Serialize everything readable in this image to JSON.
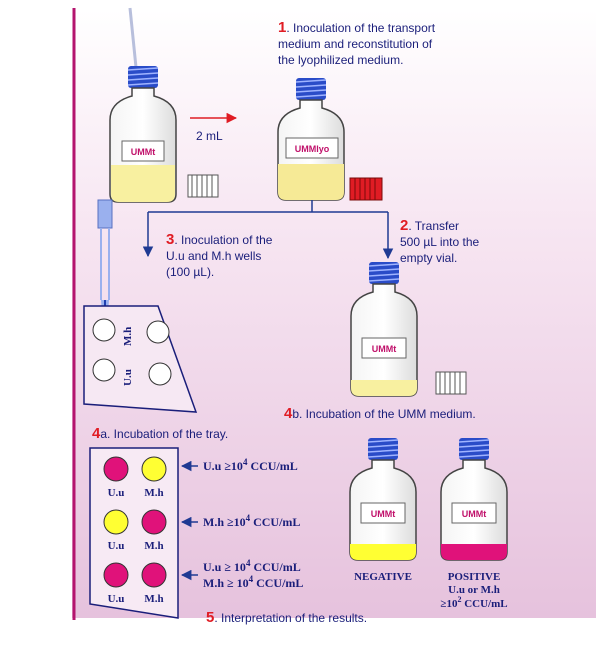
{
  "colors": {
    "background_top": "#ffffff",
    "background_bottom": "#e9c6e2",
    "border": "#b4146e",
    "step_number": "#e01c24",
    "text": "#1a1e7a",
    "arrow": "#1f3a93",
    "red_arrow": "#e01c24",
    "magenta": "#e0127a",
    "yellow": "#ffff33",
    "cap": "#2a4cc8",
    "medium_yellow": "#f8f0a0",
    "red_cap": "#e01c24"
  },
  "step1": {
    "number": "1",
    "text": ". Inoculation of the transport",
    "text2": "medium and reconstitution of",
    "text3": "the lyophilized medium."
  },
  "volume_label": "2 mL",
  "step2": {
    "number": "2",
    "text": ". Transfer",
    "text2": "500 µL into the",
    "text3": "empty vial."
  },
  "step3": {
    "number": "3",
    "text": ". Inoculation of the",
    "text2": "U.u and M.h wells",
    "text3": "(100 µL)."
  },
  "step4a": {
    "number": "4",
    "text": "a. Incubation of the tray."
  },
  "step4b": {
    "number": "4",
    "text": "b. Incubation of the UMM medium."
  },
  "step5": {
    "number": "5",
    "text": ". Interpretation of the results."
  },
  "vials": {
    "transport": "UMMt",
    "lyo": "UMMlyo",
    "empty": "UMMt",
    "negative": "UMMt",
    "positive": "UMMt"
  },
  "tray_top": {
    "well_mh": "M.h",
    "well_uu": "U.u"
  },
  "tray_results": {
    "rows": [
      {
        "left": "U.u",
        "right": "M.h",
        "left_color": "magenta",
        "right_color": "yellow",
        "result_main": "U.u ≥10",
        "result_exp": "4",
        "result_unit": " CCU/mL"
      },
      {
        "left": "U.u",
        "right": "M.h",
        "left_color": "yellow",
        "right_color": "magenta",
        "result_main": "M.h ≥10",
        "result_exp": "4",
        "result_unit": " CCU/mL"
      },
      {
        "left": "U.u",
        "right": "M.h",
        "left_color": "magenta",
        "right_color": "magenta",
        "result_main": "U.u ≥ 10",
        "result_exp": "4",
        "result_unit": " CCU/mL",
        "result2_main": "M.h ≥ 10",
        "result2_exp": "4",
        "result2_unit": " CCU/mL"
      }
    ]
  },
  "negative_label": "NEGATIVE",
  "positive_label": {
    "line1": "POSITIVE",
    "line2": "U.u or M.h",
    "line3_main": "≥10",
    "line3_exp": "2",
    "line3_unit": " CCU/mL"
  }
}
